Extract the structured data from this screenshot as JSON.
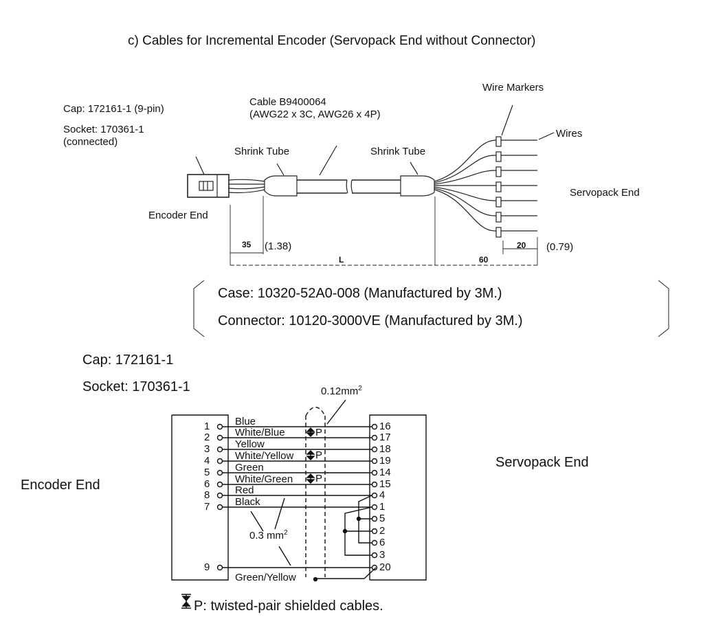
{
  "title": "c)  Cables for Incremental Encoder (Servopack End without Connector)",
  "cable_drawing": {
    "cap_label": "Cap: 172161-1 (9-pin)",
    "socket_label": "Socket: 170361-1",
    "socket_note": "(connected)",
    "cable_label": "Cable B9400064",
    "cable_spec": "(AWG22 x 3C, AWG26 x 4P)",
    "shrink_tube_left": "Shrink Tube",
    "shrink_tube_right": "Shrink Tube",
    "wire_markers": "Wire Markers",
    "wires": "Wires",
    "encoder_end": "Encoder End",
    "servopack_end": "Servopack End",
    "dim_35": "35",
    "dim_35_in": "(1.38)",
    "dim_L": "L",
    "dim_60": "60",
    "dim_20": "20",
    "dim_20_in": "(0.79)"
  },
  "connector_box": {
    "case": "Case: 10320-52A0-008 (Manufactured by 3M.)",
    "connector": "Connector: 10120-3000VE (Manufactured by 3M.)"
  },
  "wiring": {
    "cap": "Cap: 172161-1",
    "socket": "Socket: 170361-1",
    "encoder_end": "Encoder End",
    "servopack_end": "Servopack End",
    "area_012": "0.12mm",
    "area_012_sup": "2",
    "area_03": "0.3 mm",
    "area_03_sup": "2",
    "pair_label": "P",
    "rows": [
      {
        "left_pin": "1",
        "wire": "Blue",
        "right_pin": "16"
      },
      {
        "left_pin": "2",
        "wire": "White/Blue",
        "right_pin": "17"
      },
      {
        "left_pin": "3",
        "wire": "Yellow",
        "right_pin": "18"
      },
      {
        "left_pin": "4",
        "wire": "White/Yellow",
        "right_pin": "19"
      },
      {
        "left_pin": "5",
        "wire": "Green",
        "right_pin": "14"
      },
      {
        "left_pin": "6",
        "wire": "White/Green",
        "right_pin": "15"
      },
      {
        "left_pin": "8",
        "wire": "Red",
        "right_pin": "4"
      },
      {
        "left_pin": "7",
        "wire": "Black",
        "right_pin": "1"
      },
      {
        "left_pin": "",
        "wire": "",
        "right_pin": "5"
      },
      {
        "left_pin": "",
        "wire": "",
        "right_pin": "2"
      },
      {
        "left_pin": "",
        "wire": "",
        "right_pin": "6"
      },
      {
        "left_pin": "",
        "wire": "",
        "right_pin": "3"
      },
      {
        "left_pin": "9",
        "wire": "",
        "right_pin": "20"
      }
    ],
    "shield_wire": "Green/Yellow",
    "legend": "P: twisted-pair shielded cables."
  }
}
